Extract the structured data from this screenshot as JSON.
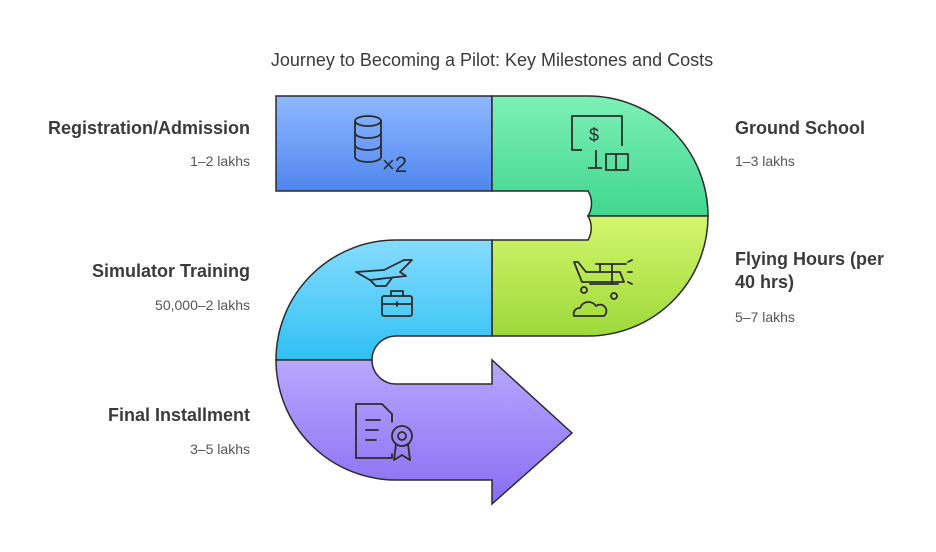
{
  "title": "Journey to Becoming a Pilot: Key Milestones and Costs",
  "stages": [
    {
      "title": "Registration/Admission",
      "cost": "1–2 lakhs",
      "icon": "database-x2-icon",
      "color_top": "#8fb8ff",
      "color_bottom": "#4f86ee"
    },
    {
      "title": "Ground School",
      "cost": "1–3 lakhs",
      "icon": "computer-book-icon",
      "color_top": "#7ef0b6",
      "color_bottom": "#3fd68e"
    },
    {
      "title": "Flying Hours (per 40 hrs)",
      "cost": "5–7 lakhs",
      "icon": "biplane-cloud-icon",
      "color_top": "#d3f56e",
      "color_bottom": "#9ed93a"
    },
    {
      "title": "Simulator Training",
      "cost": "50,000–2 lakhs",
      "icon": "airplane-briefcase-icon",
      "color_top": "#86dcff",
      "color_bottom": "#2fc0f2"
    },
    {
      "title": "Final Installment",
      "cost": "3–5 lakhs",
      "icon": "certificate-icon",
      "color_top": "#b7a8ff",
      "color_bottom": "#8a6cf2"
    }
  ],
  "multiplier_label": "×2"
}
